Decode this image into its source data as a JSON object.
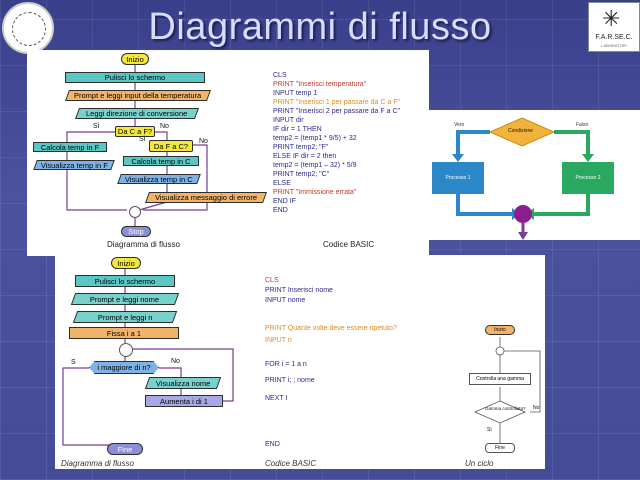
{
  "slide": {
    "title": "Diagrammi di flusso"
  },
  "logo": {
    "text": "F.A.R.SE.C.",
    "subtext": "LABORATORI"
  },
  "panel1": {
    "flow": {
      "start": "Inizio",
      "clear": "Pulisci lo schermo",
      "prompt_temp": "Prompt e leggi input della temperatura",
      "read_dir": "Leggi direzione di conversione",
      "decision1": "Da C a F?",
      "yes": "Sì",
      "no": "No",
      "decision2": "Da F a C?",
      "calc_f": "Calcola temp in F",
      "show_f": "Visualizza temp in F",
      "calc_c": "Calcola temp in C",
      "show_c": "Visualizza temp in C",
      "error": "Visualizza messaggio di errore",
      "stop": "Stop"
    },
    "code": [
      {
        "text": "CLS",
        "color": "navy"
      },
      {
        "text": "PRINT  \"Inserisci temperatura\"",
        "color": "red"
      },
      {
        "text": "INPUT  temp 1",
        "color": "navy"
      },
      {
        "text": "PRINT  \"Inserisci 1 per passare da C a F\"",
        "color": "orange"
      },
      {
        "text": "PRINT  \"Inserisci 2 per passare da F a C\"",
        "color": "navy"
      },
      {
        "text": "INPUT  dir",
        "color": "navy"
      },
      {
        "text": "IF dir = 1 THEN",
        "color": "navy"
      },
      {
        "text": "   temp2 = (temp1 * 9/5) + 32",
        "color": "navy"
      },
      {
        "text": "   PRINT temp2; \"F\"",
        "color": "navy"
      },
      {
        "text": "ELSE IF dir = 2 then",
        "color": "navy"
      },
      {
        "text": "   temp2 = (temp1 – 32) * 5/9",
        "color": "navy"
      },
      {
        "text": "   PRINT temp2; \"C\"",
        "color": "navy"
      },
      {
        "text": "ELSE",
        "color": "navy"
      },
      {
        "text": "   PRINT \"Immissione errata\"",
        "color": "red"
      },
      {
        "text": "END IF",
        "color": "navy"
      },
      {
        "text": "END",
        "color": "navy"
      }
    ],
    "caption_flow": "Diagramma di flusso",
    "caption_code": "Codice BASIC"
  },
  "panel2": {
    "flow": {
      "start": "Inizio",
      "clear": "Pulisci lo schermo",
      "prompt_name": "Prompt e leggi nome",
      "prompt_n": "Prompt e leggi n",
      "set_i": "Fissa i a 1",
      "decision": "i maggiore di n?",
      "yes": "S",
      "no": "No",
      "show_name": "Visualizza nome",
      "inc_i": "Aumenta i di 1",
      "end": "Fine"
    },
    "code": [
      {
        "text": "CLS",
        "color": "red"
      },
      {
        "text": "PRINT   Inserisci nome",
        "color": "navy"
      },
      {
        "text": "INPUT   nome",
        "color": "navy"
      },
      {
        "text": "PRINT   Quante volte deve essere ripetuto?",
        "color": "orange"
      },
      {
        "text": "INPUT   n",
        "color": "orange"
      },
      {
        "text": "FOR  i = 1 a n",
        "color": "navy"
      },
      {
        "text": "  PRINT  i;      ; nome",
        "color": "navy"
      },
      {
        "text": "NEXT I",
        "color": "navy"
      },
      {
        "text": "END",
        "color": "navy"
      }
    ],
    "caption_flow": "Diagramma di flusso",
    "caption_code": "Codice BASIC",
    "caption_cycle": "Un ciclo",
    "cycle": {
      "start": "Inizio",
      "check": "Controlla una gamma",
      "question": "Gamma controllata?",
      "no": "No",
      "yes": "Sì",
      "end": "Fine"
    }
  },
  "panel3": {
    "decision": "Condizione",
    "true_label": "Vero",
    "false_label": "Falso",
    "process1": "Processo 1",
    "process2": "Processo 2"
  }
}
